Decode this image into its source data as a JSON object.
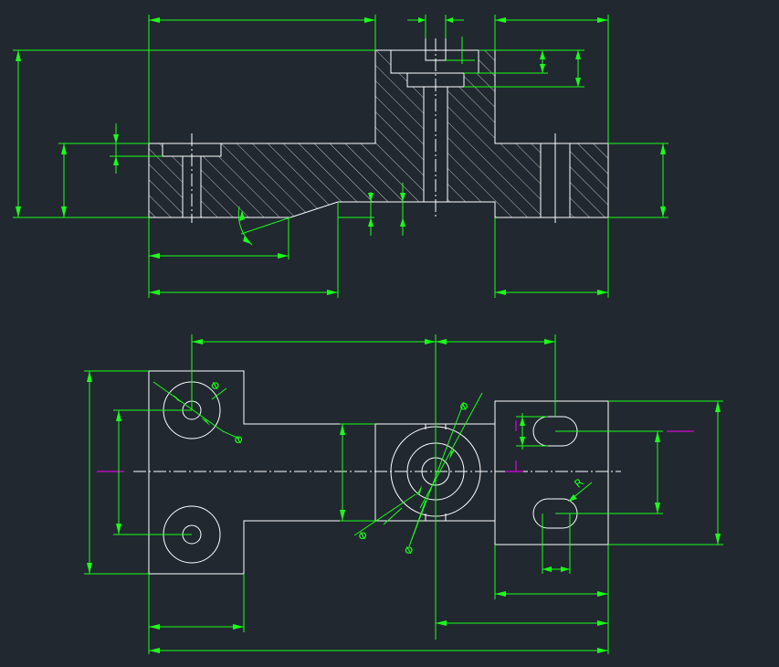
{
  "drawing": {
    "background": "#212830",
    "part_color": "#ffffff",
    "dimension_color": "#19ff19",
    "centerline_marker_color": "#ff00ff",
    "views": [
      "front-section",
      "top"
    ]
  },
  "labels": {
    "diameter_symbol": "Φ",
    "radius_symbol": "R"
  }
}
